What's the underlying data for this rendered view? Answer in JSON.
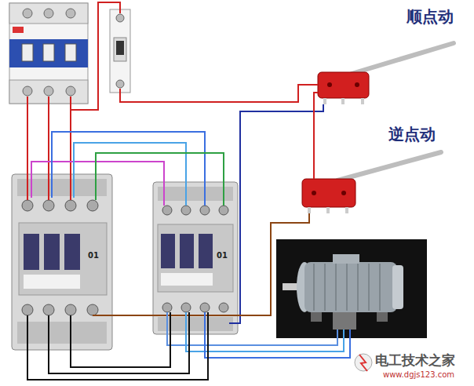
{
  "diagram": {
    "nodes": [
      {
        "text": [
          "顺点动"
        ]
      },
      {
        "text": [
          "逆点动"
        ]
      }
    ],
    "edges": [
      {
        "from": 0,
        "to": 1,
        "arrow": "none"
      }
    ],
    "labels": [
      "01",
      "01",
      "电工技术之家",
      "www.dgjs123.com"
    ]
  }
}
